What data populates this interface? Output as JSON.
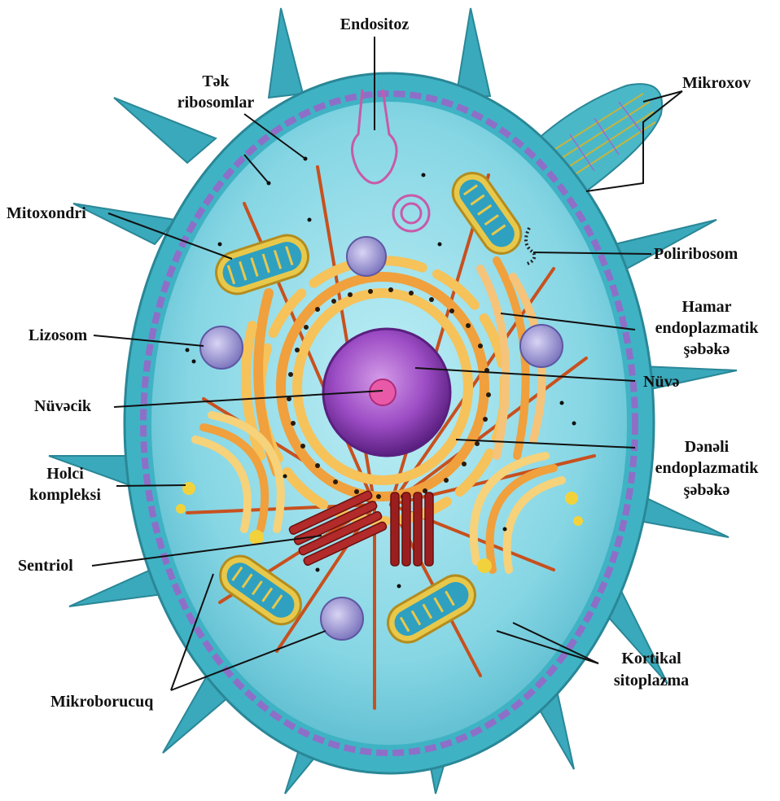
{
  "labels": {
    "endositoz": "Endositoz",
    "tek_ribosomlar_1": "Tək",
    "tek_ribosomlar_2": "ribosomlar",
    "mikroxov": "Mikroxov",
    "mitoxondri": "Mitoxondri",
    "poliribosom": "Poliribosom",
    "hamar_1": "Hamar",
    "hamar_2": "endoplazmatik",
    "hamar_3": "şəbəkə",
    "lizosom": "Lizosom",
    "nuve": "Nüvə",
    "nuvecik": "Nüvəcik",
    "deneli_1": "Dənəli",
    "deneli_2": "endoplazmatik",
    "deneli_3": "şəbəkə",
    "holci_1": "Holci",
    "holci_2": "kompleksi",
    "sentriol": "Sentriol",
    "kortikal_1": "Kortikal",
    "kortikal_2": "sitoplazma",
    "mikroborucuq": "Mikroborucuq"
  },
  "colors": {
    "membrane": "#3fb3c4",
    "cytoplasm": "#8fdbe8",
    "nucleus": "#8a3fb0",
    "er_rough": "#f0a03c",
    "golgi": "#f6d27a",
    "mitochondria": "#e8c84a",
    "centriole": "#9b1e1e",
    "lysosome": "#8e86c8",
    "endosome": "#c85aa8",
    "microtubule": "#c8501e"
  }
}
